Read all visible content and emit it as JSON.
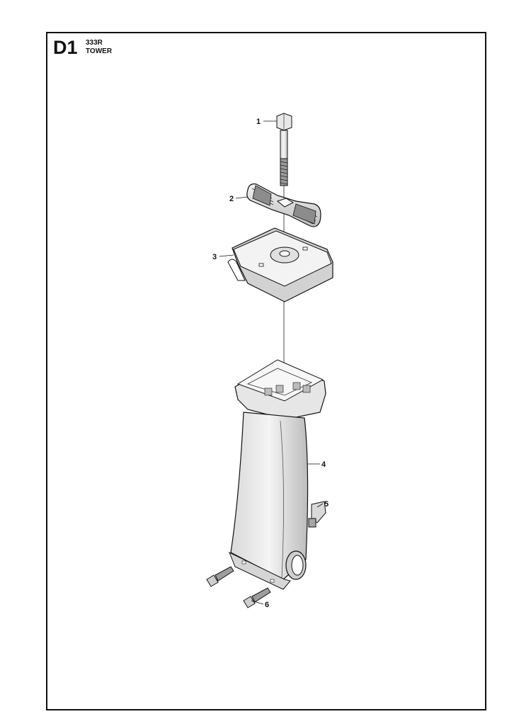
{
  "header": {
    "section_code": "D1",
    "model": "333R",
    "title": "TOWER"
  },
  "callouts": [
    {
      "number": "1",
      "part": "bolt"
    },
    {
      "number": "2",
      "part": "wing-knob"
    },
    {
      "number": "3",
      "part": "cap"
    },
    {
      "number": "4",
      "part": "tower-housing"
    },
    {
      "number": "5",
      "part": "clip"
    },
    {
      "number": "6",
      "part": "screw"
    }
  ]
}
